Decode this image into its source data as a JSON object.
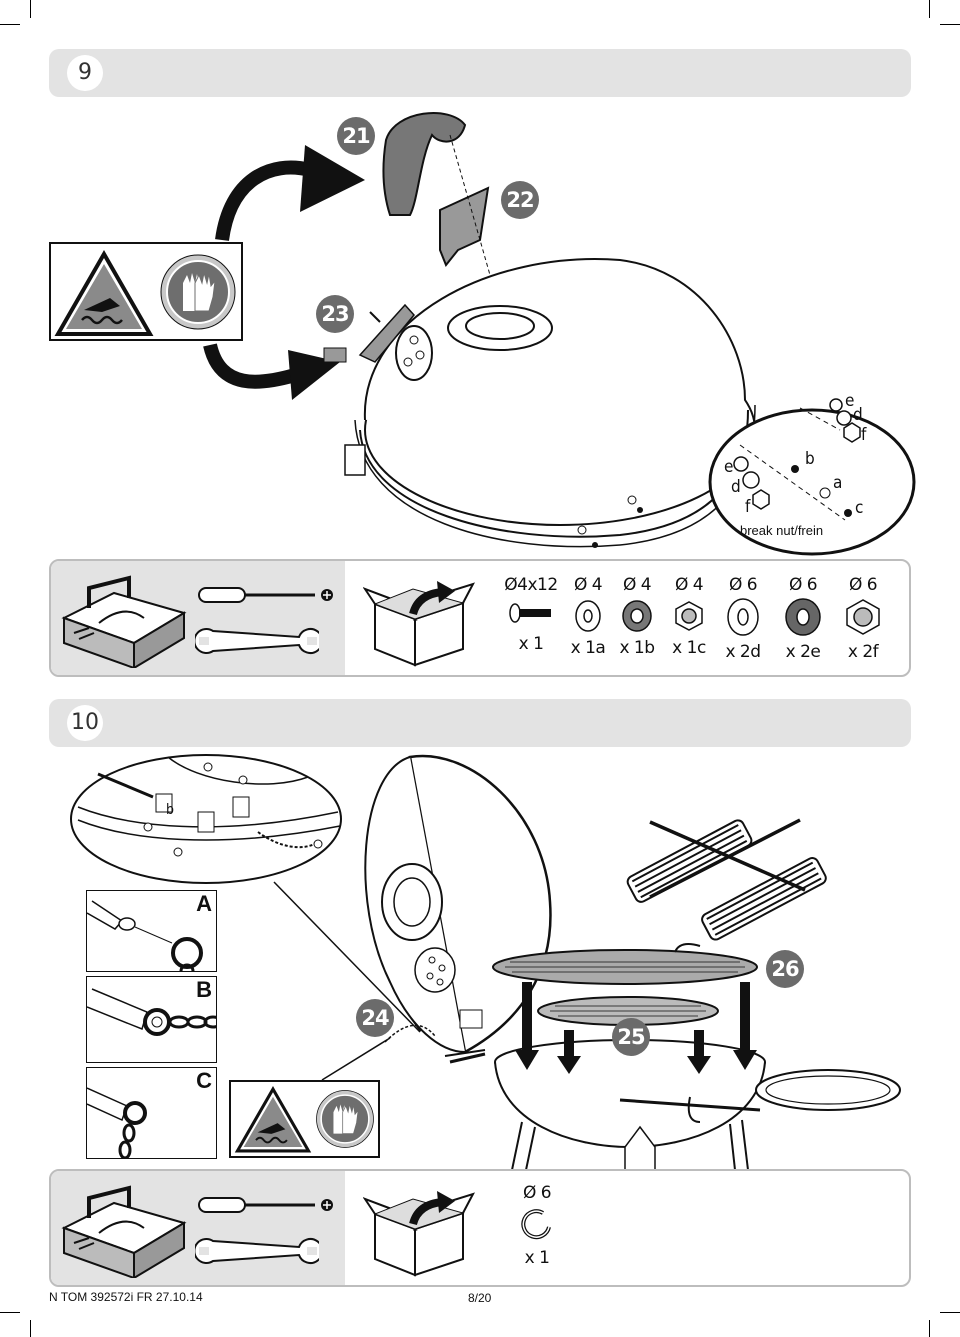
{
  "steps": [
    {
      "number": "9",
      "callouts": [
        "21",
        "22",
        "23"
      ],
      "detail": {
        "letters": [
          "e",
          "d",
          "f",
          "e",
          "d",
          "f",
          "b",
          "a",
          "c"
        ],
        "note": "break nut/frein"
      },
      "parts": [
        {
          "size": "Ø4x12",
          "qty": "x 1"
        },
        {
          "size": "Ø 4",
          "qty": "x 1a"
        },
        {
          "size": "Ø 4",
          "qty": "x 1b"
        },
        {
          "size": "Ø 4",
          "qty": "x 1c"
        },
        {
          "size": "Ø 6",
          "qty": "x 2d"
        },
        {
          "size": "Ø 6",
          "qty": "x 2e"
        },
        {
          "size": "Ø 6",
          "qty": "x 2f"
        }
      ]
    },
    {
      "number": "10",
      "callouts": [
        "24",
        "25",
        "26"
      ],
      "detail_letter": "b",
      "views": [
        "A",
        "B",
        "C"
      ],
      "parts": [
        {
          "size": "Ø 6",
          "qty": "x 1"
        }
      ]
    }
  ],
  "footer": {
    "ref": "N TOM 392572i FR 27.10.14",
    "page": "8/20"
  },
  "icons": {
    "warning": "hot-surface-warning-icon",
    "gloves": "wear-gloves-icon",
    "toolbox": "toolbox-icon",
    "screwdriver": "phillips-screwdriver-icon",
    "wrench": "wrench-icon",
    "box": "open-box-icon"
  }
}
